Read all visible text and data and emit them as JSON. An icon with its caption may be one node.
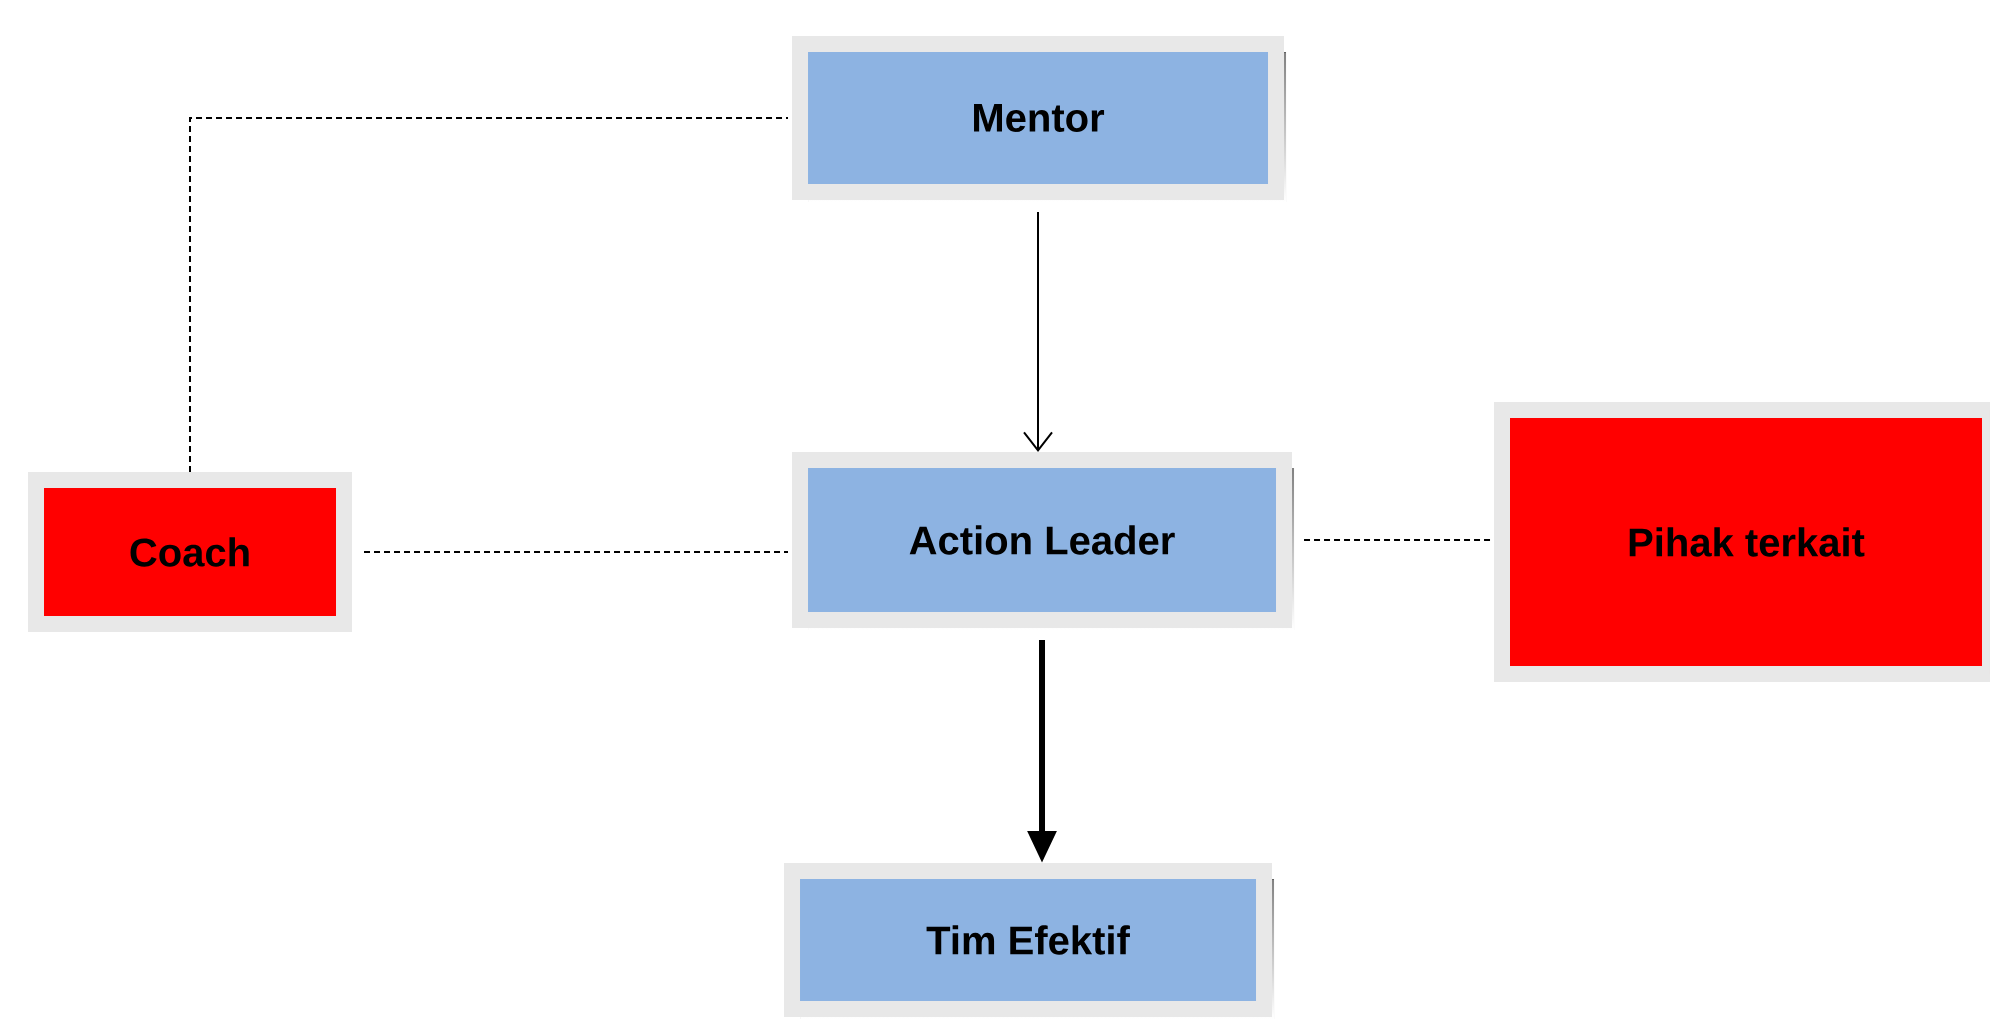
{
  "diagram": {
    "nodes": [
      {
        "text": [
          "Mentor"
        ]
      },
      {
        "text": [
          "Coach"
        ]
      },
      {
        "text": [
          "Action Leader"
        ]
      },
      {
        "text": [
          "Pihak terkait"
        ]
      },
      {
        "text": [
          "Tim Efektif"
        ]
      }
    ],
    "edges": [
      {
        "from": 0,
        "to": 2,
        "arrow": "to"
      },
      {
        "from": 1,
        "to": 0,
        "arrow": "none",
        "style": "dashed"
      },
      {
        "from": 1,
        "to": 2,
        "arrow": "none",
        "style": "dashed"
      },
      {
        "from": 2,
        "to": 3,
        "arrow": "none",
        "style": "dashed"
      },
      {
        "from": 2,
        "to": 4,
        "arrow": "to",
        "style": "thick"
      }
    ]
  }
}
